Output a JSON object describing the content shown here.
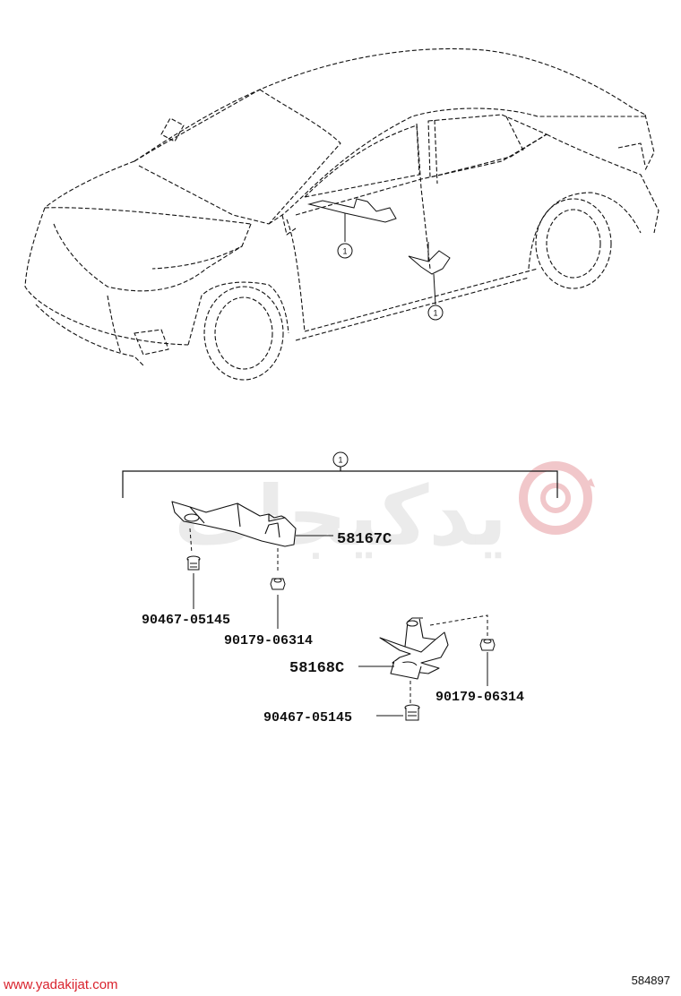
{
  "callout_number": "1",
  "parts": {
    "bracket_front": "58167C",
    "bracket_rear": "58168C",
    "clip_a_front": "90467-05145",
    "nut_front": "90179-06314",
    "nut_rear": "90179-06314",
    "clip_a_rear": "90467-05145"
  },
  "figure_id": "584897",
  "watermark": {
    "url": "www.yadakijat.com",
    "logo_text": "یدکیجات"
  },
  "colors": {
    "line": "#111111",
    "watermark_red": "#e8a6aa",
    "watermark_gray": "#d8d8d8",
    "url_red": "#d9232d"
  }
}
